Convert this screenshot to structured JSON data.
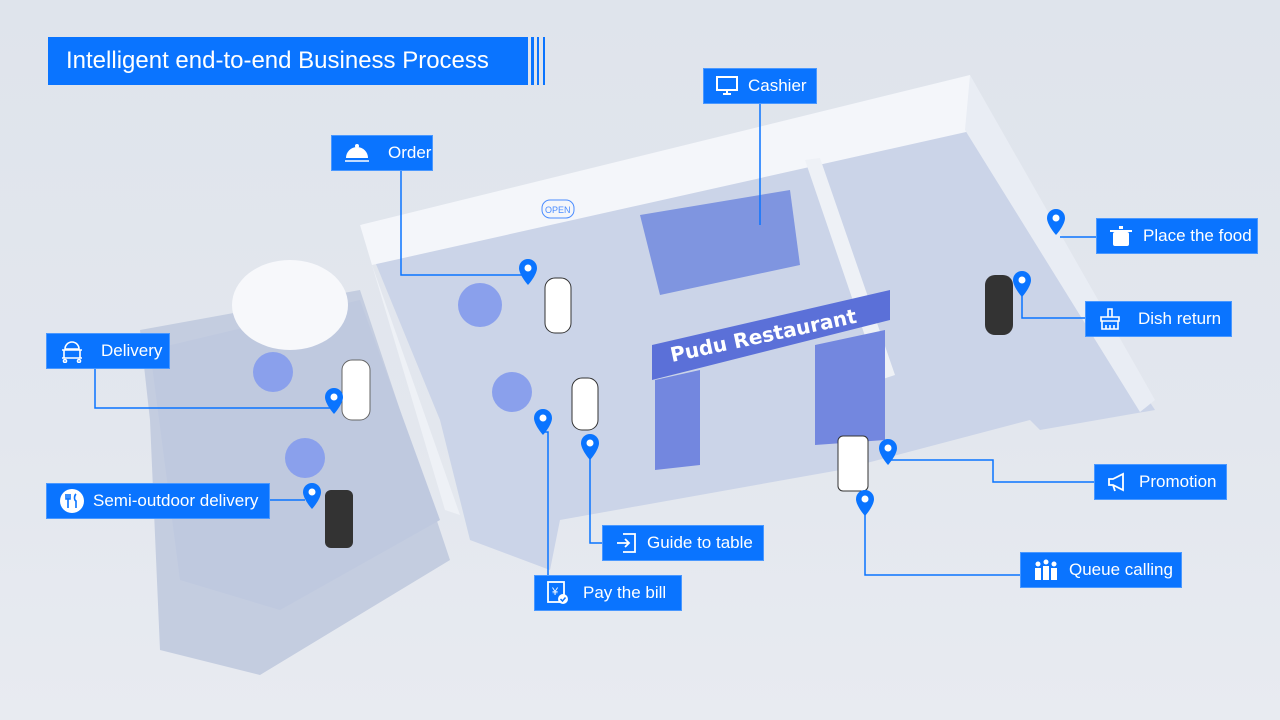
{
  "title": "Intelligent end-to-end Business Process",
  "scene": {
    "restaurant_sign": "Pudu Restaurant",
    "open_sign": "OPEN"
  },
  "labels": {
    "cashier": "Cashier",
    "order": "Order",
    "place_food": "Place the food",
    "dish_return": "Dish return",
    "delivery": "Delivery",
    "semi_outdoor": "Semi-outdoor delivery",
    "promotion": "Promotion",
    "queue_calling": "Queue calling",
    "guide_to_table": "Guide to table",
    "pay_bill": "Pay the bill"
  },
  "colors": {
    "accent": "#0a74ff",
    "floor": "#c9d3e6",
    "wall": "#f2f4f8"
  }
}
